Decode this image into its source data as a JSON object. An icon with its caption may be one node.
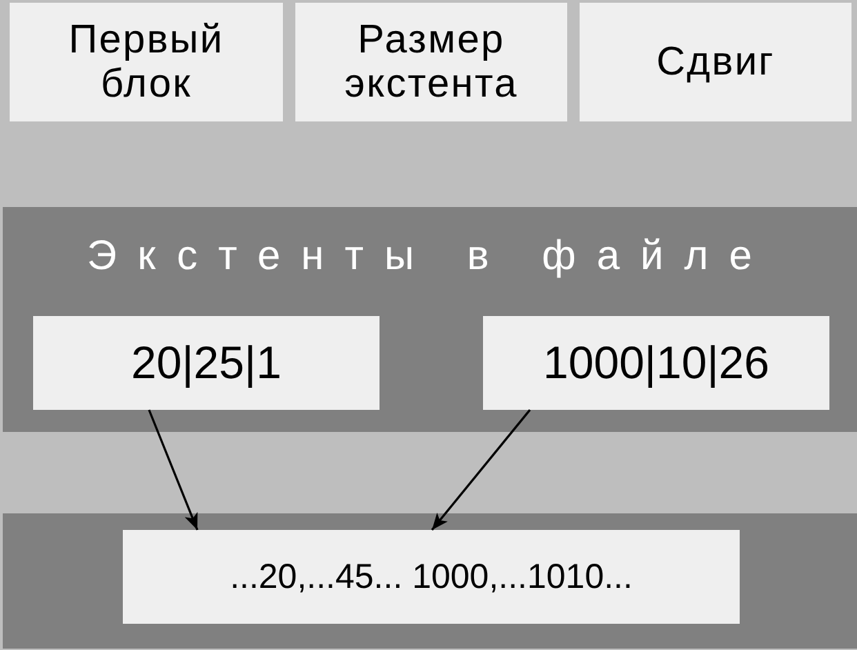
{
  "diagram": {
    "nodes": [
      {
        "text": [
          "Первый блок"
        ]
      },
      {
        "text": [
          "Размер экстента"
        ]
      },
      {
        "text": [
          "Сдвиг"
        ]
      },
      {
        "text": [
          "Экстенты в файле"
        ]
      },
      {
        "text": [
          "20|25|1"
        ],
        "in": 3
      },
      {
        "text": [
          "1000|10|26"
        ],
        "in": 3
      },
      {
        "text": [],
        "shape": "box"
      },
      {
        "text": [
          "...20,...45... 1000,...1010..."
        ],
        "in": 6
      }
    ],
    "edges": [
      {
        "from": 4,
        "to": 7,
        "arrow": "to"
      },
      {
        "from": 5,
        "to": 7,
        "arrow": "to"
      }
    ]
  }
}
